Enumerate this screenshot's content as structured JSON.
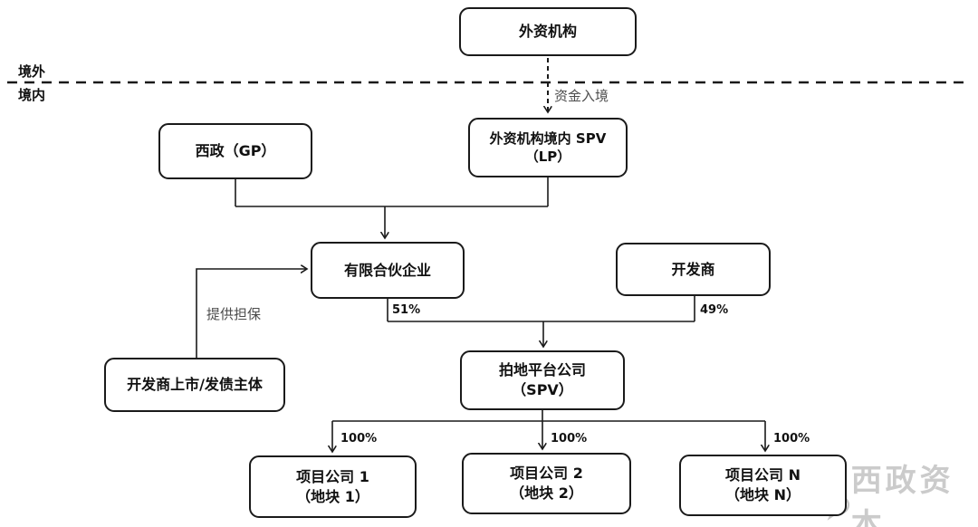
{
  "regions": {
    "offshore_label": "境外",
    "onshore_label": "境内"
  },
  "nodes": {
    "foreign_institution": "外资机构",
    "xizheng_gp": "西政（GP）",
    "foreign_spv_line1": "外资机构境内 SPV",
    "foreign_spv_line2": "（LP）",
    "limited_partnership": "有限合伙企业",
    "developer": "开发商",
    "developer_listing_entity": "开发商上市/发债主体",
    "land_platform_line1": "拍地平台公司",
    "land_platform_line2": "（SPV）",
    "project1_line1": "项目公司 1",
    "project1_line2": "（地块 1）",
    "project2_line1": "项目公司 2",
    "project2_line2": "（地块 2）",
    "projectN_line1": "项目公司 N",
    "projectN_line2": "（地块 N）"
  },
  "edge_labels": {
    "capital_inflow": "资金入境",
    "guarantee": "提供担保",
    "lp_share": "51%",
    "developer_share": "49%",
    "project1_share": "100%",
    "project2_share": "100%",
    "projectN_share": "100%"
  },
  "watermark": {
    "brand": "西政资本"
  },
  "colors": {
    "line": "#1a1a1a",
    "box_border": "#1a1a1a",
    "gray_label": "#4d4d4d",
    "watermark_gray": "#cbcbcb"
  }
}
